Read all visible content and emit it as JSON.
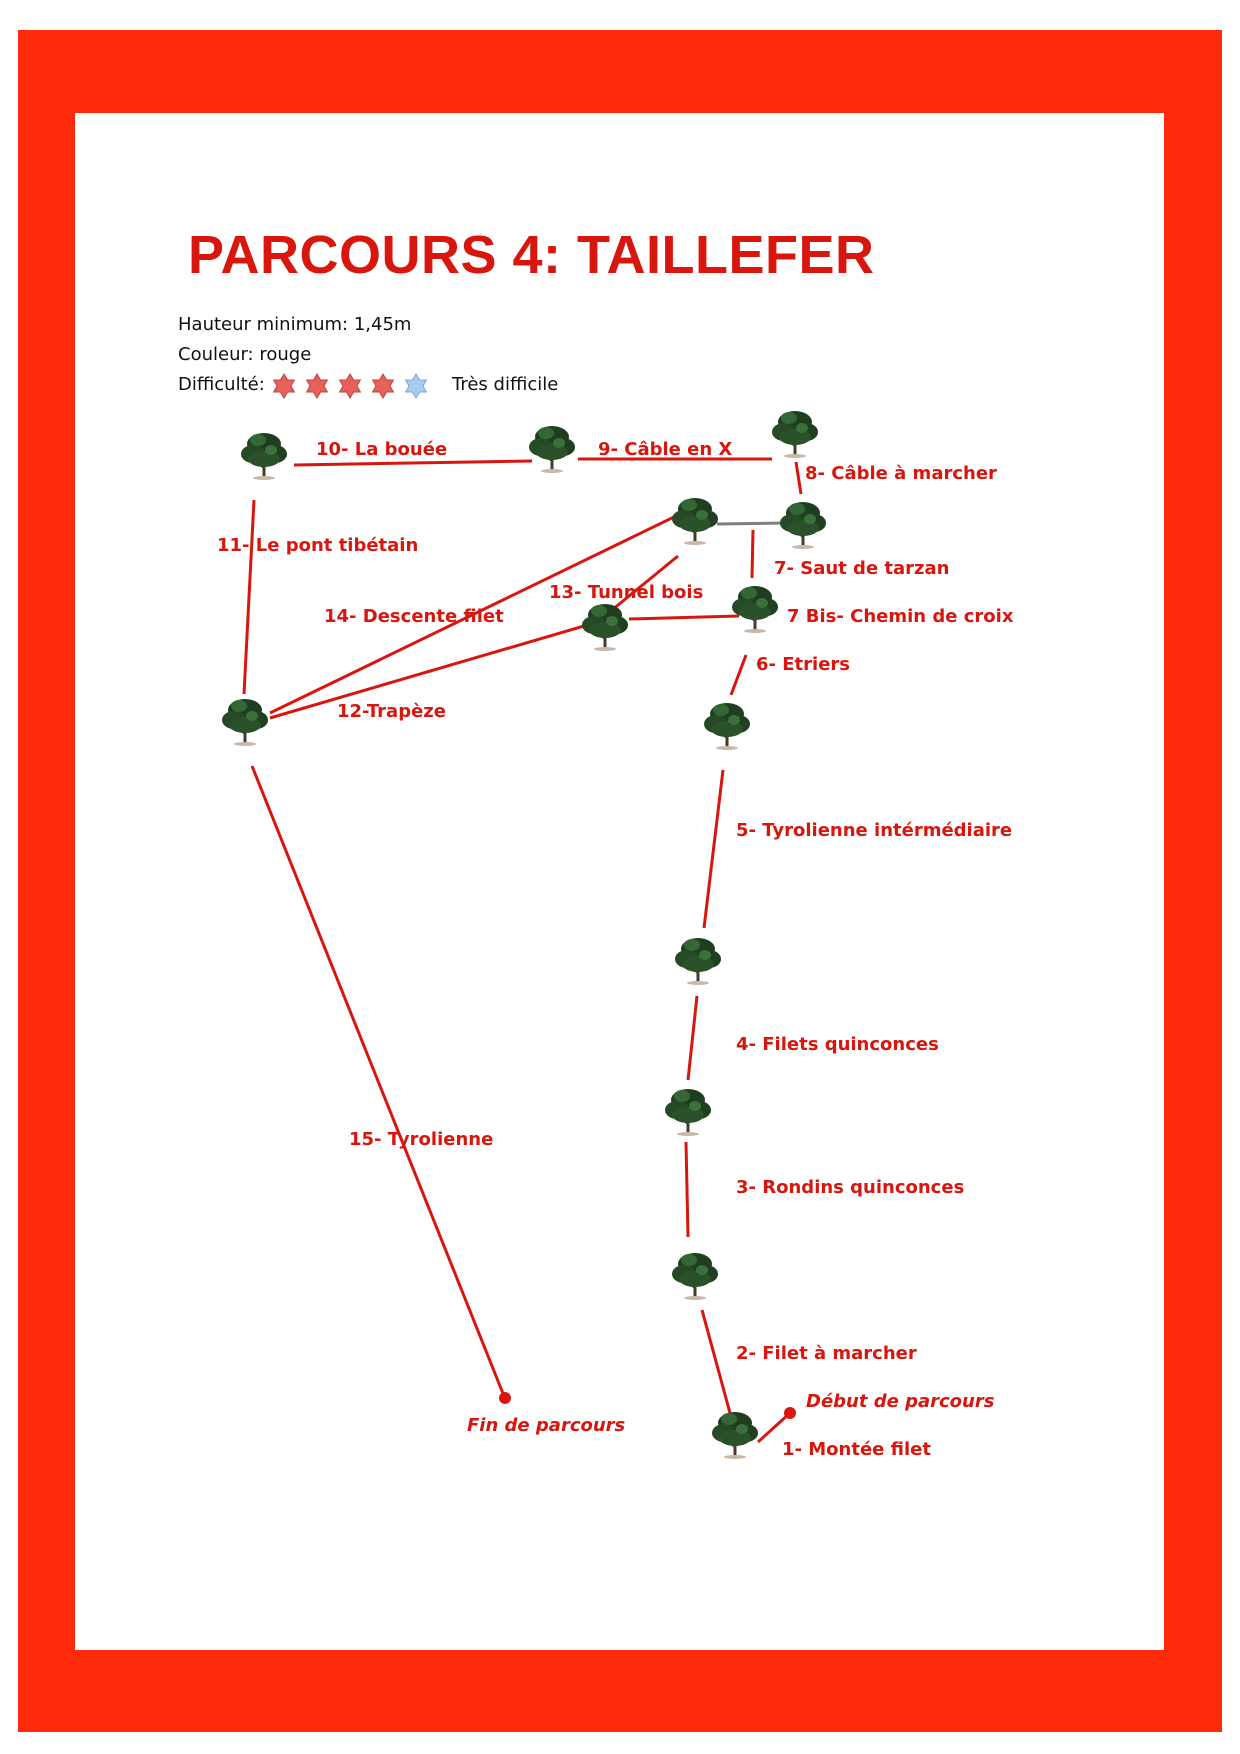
{
  "title": "PARCOURS 4: TAILLEFER",
  "info": {
    "height": "Hauteur minimum: 1,45m",
    "color": "Couleur: rouge",
    "difficulty_label": "Difficulté:",
    "difficulty_rating": 4,
    "difficulty_max": 5,
    "difficulty_text": "Très difficile"
  },
  "colors": {
    "frame": "#ff2a0a",
    "route": "#d8160e",
    "connector": "#808080",
    "star_on": "#e8605a",
    "star_off": "#a8cdf0"
  },
  "workshops": [
    "1- Montée filet",
    "2- Filet à marcher",
    "3- Rondins quinconces",
    "4- Filets quinconces",
    "5- Tyrolienne intérmédiaire",
    "6- Etriers",
    "7- Saut de tarzan",
    "7 Bis- Chemin de croix",
    "8- Câble à marcher",
    "9- Câble en X",
    "10- La bouée",
    "11- Le pont tibétain",
    "12-Trapèze",
    "13- Tunnel bois",
    "14- Descente filet",
    "15- Tyrolienne"
  ],
  "start": "Début de parcours",
  "end": "Fin de parcours",
  "icons": {
    "tree": "tree-icon",
    "star_on": "star-filled-icon",
    "star_off": "star-empty-icon"
  }
}
